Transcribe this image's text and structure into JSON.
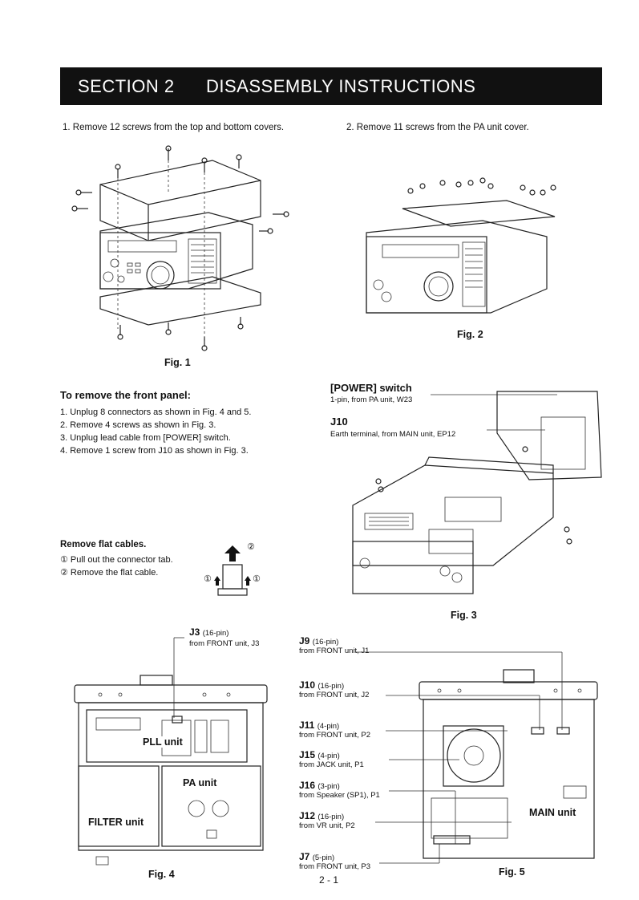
{
  "header": {
    "section": "SECTION 2",
    "title": "DISASSEMBLY INSTRUCTIONS"
  },
  "steps": {
    "step1": "1.  Remove 12 screws from the top and bottom covers.",
    "step2": "2.  Remove 11 screws from the PA unit cover."
  },
  "figures": {
    "fig1": "Fig. 1",
    "fig2": "Fig. 2",
    "fig3": "Fig. 3",
    "fig4": "Fig. 4",
    "fig5": "Fig. 5"
  },
  "front_panel": {
    "heading": "To remove the front panel:",
    "items": [
      "1.  Unplug 8 connectors as shown in Fig. 4 and 5.",
      "2.  Remove 4 screws as shown in Fig. 3.",
      "3.  Unplug lead cable from [POWER] switch.",
      "4.  Remove 1 screw from J10 as shown in Fig. 3."
    ]
  },
  "flat_cables": {
    "heading": "Remove flat cables.",
    "line1": "① Pull out the connector tab.",
    "line2": "② Remove the flat cable.",
    "mark1": "①",
    "mark2": "②"
  },
  "fig3_labels": {
    "power_title": "[POWER] switch",
    "power_desc": "1-pin, from PA unit, W23",
    "j10_title": "J10",
    "j10_desc": "Earth terminal, from MAIN unit, EP12"
  },
  "fig4_labels": {
    "j3_title": "J3",
    "j3_pins": "(16-pin)",
    "j3_desc": "from FRONT unit, J3",
    "pll": "PLL unit",
    "pa": "PA unit",
    "filter": "FILTER unit"
  },
  "fig5_labels": [
    {
      "title": "J9",
      "pins": "(16-pin)",
      "desc": "from FRONT unit, J1"
    },
    {
      "title": "J10",
      "pins": "(16-pin)",
      "desc": "from FRONT unit, J2"
    },
    {
      "title": "J11",
      "pins": "(4-pin)",
      "desc": "from FRONT unit, P2"
    },
    {
      "title": "J15",
      "pins": "(4-pin)",
      "desc": "from JACK unit, P1"
    },
    {
      "title": "J16",
      "pins": "(3-pin)",
      "desc": "from Speaker (SP1), P1"
    },
    {
      "title": "J12",
      "pins": "(16-pin)",
      "desc": "from VR unit, P2"
    },
    {
      "title": "J7",
      "pins": "(5-pin)",
      "desc": "from FRONT unit, P3"
    }
  ],
  "fig5_main": "MAIN unit",
  "page_number": "2 - 1"
}
